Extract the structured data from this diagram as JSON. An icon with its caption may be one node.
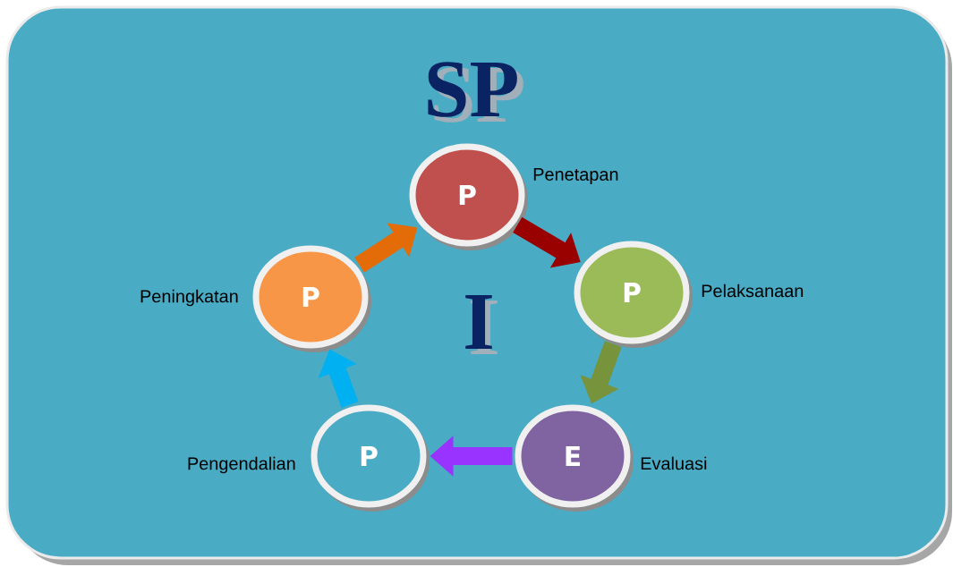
{
  "diagram": {
    "title": "SP",
    "nodes": [
      {
        "text": [
          "P"
        ],
        "beside": [
          "Penetapan"
        ]
      },
      {
        "text": [
          "P"
        ],
        "beside": [
          "Pelaksanaan"
        ]
      },
      {
        "text": [
          "E"
        ],
        "beside": [
          "Evaluasi"
        ]
      },
      {
        "text": [
          "P"
        ],
        "beside": [
          "Pengendalian"
        ]
      },
      {
        "text": [
          "P"
        ],
        "beside": [
          "Peningkatan"
        ]
      }
    ],
    "edges": [
      {
        "from": 0,
        "to": 1,
        "arrow": "to",
        "color": "#990000"
      },
      {
        "from": 1,
        "to": 2,
        "arrow": "to",
        "color": "#77933c"
      },
      {
        "from": 2,
        "to": 3,
        "arrow": "to",
        "color": "#9933ff"
      },
      {
        "from": 3,
        "to": 4,
        "arrow": "to",
        "color": "#00b0f0"
      },
      {
        "from": 4,
        "to": 0,
        "arrow": "to",
        "color": "#e36c09"
      }
    ],
    "labels": [
      "I"
    ]
  }
}
